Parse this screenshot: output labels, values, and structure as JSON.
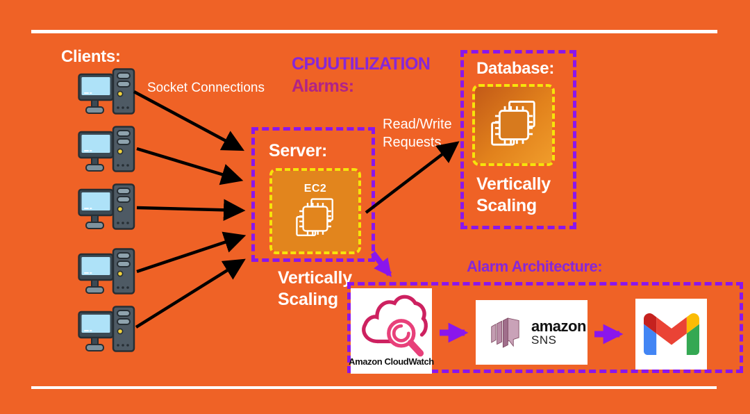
{
  "title": "AWS vertical scaling architecture diagram",
  "colors": {
    "background": "#EF6226",
    "dashed_purple": "#8A16EC",
    "heading_purple": "#8627D8",
    "heading_magenta": "#B02387",
    "dashed_yellow": "#F6E40B",
    "ec2_orange": "#E2851D",
    "cloudwatch_pink": "#CD2160",
    "sns_mauve": "#B98CA6",
    "gmail_red": "#EA4335",
    "gmail_blue": "#4285F4",
    "gmail_green": "#34A853",
    "gmail_yellow": "#FBBC04",
    "arrow_black": "#000000",
    "text_white": "#FFFFFF"
  },
  "clients": {
    "label": "Clients:",
    "count": 5,
    "icon": "desktop-computer-icon"
  },
  "connections": {
    "socket_label": "Socket Connections",
    "read_write_line1": "Read/Write",
    "read_write_line2": "Requests"
  },
  "alarm_heading": {
    "line1": "CPUUTILIZATION",
    "line2": "Alarms:"
  },
  "server": {
    "label": "Server:",
    "icon_label": "EC2",
    "icon": "aws-ec2-chip-icon",
    "caption_line1": "Vertically",
    "caption_line2": "Scaling"
  },
  "database": {
    "label": "Database:",
    "icon": "aws-ec2-chip-icon",
    "caption_line1": "Vertically",
    "caption_line2": "Scaling"
  },
  "alarm_architecture": {
    "heading": "Alarm Architecture:",
    "cloudwatch": {
      "label": "Amazon CloudWatch",
      "icon": "cloudwatch-cloud-magnifier-icon"
    },
    "sns": {
      "brand": "amazon",
      "name": "SNS",
      "icon": "sns-layered-panels-icon"
    },
    "gmail": {
      "icon": "gmail-m-icon"
    }
  }
}
